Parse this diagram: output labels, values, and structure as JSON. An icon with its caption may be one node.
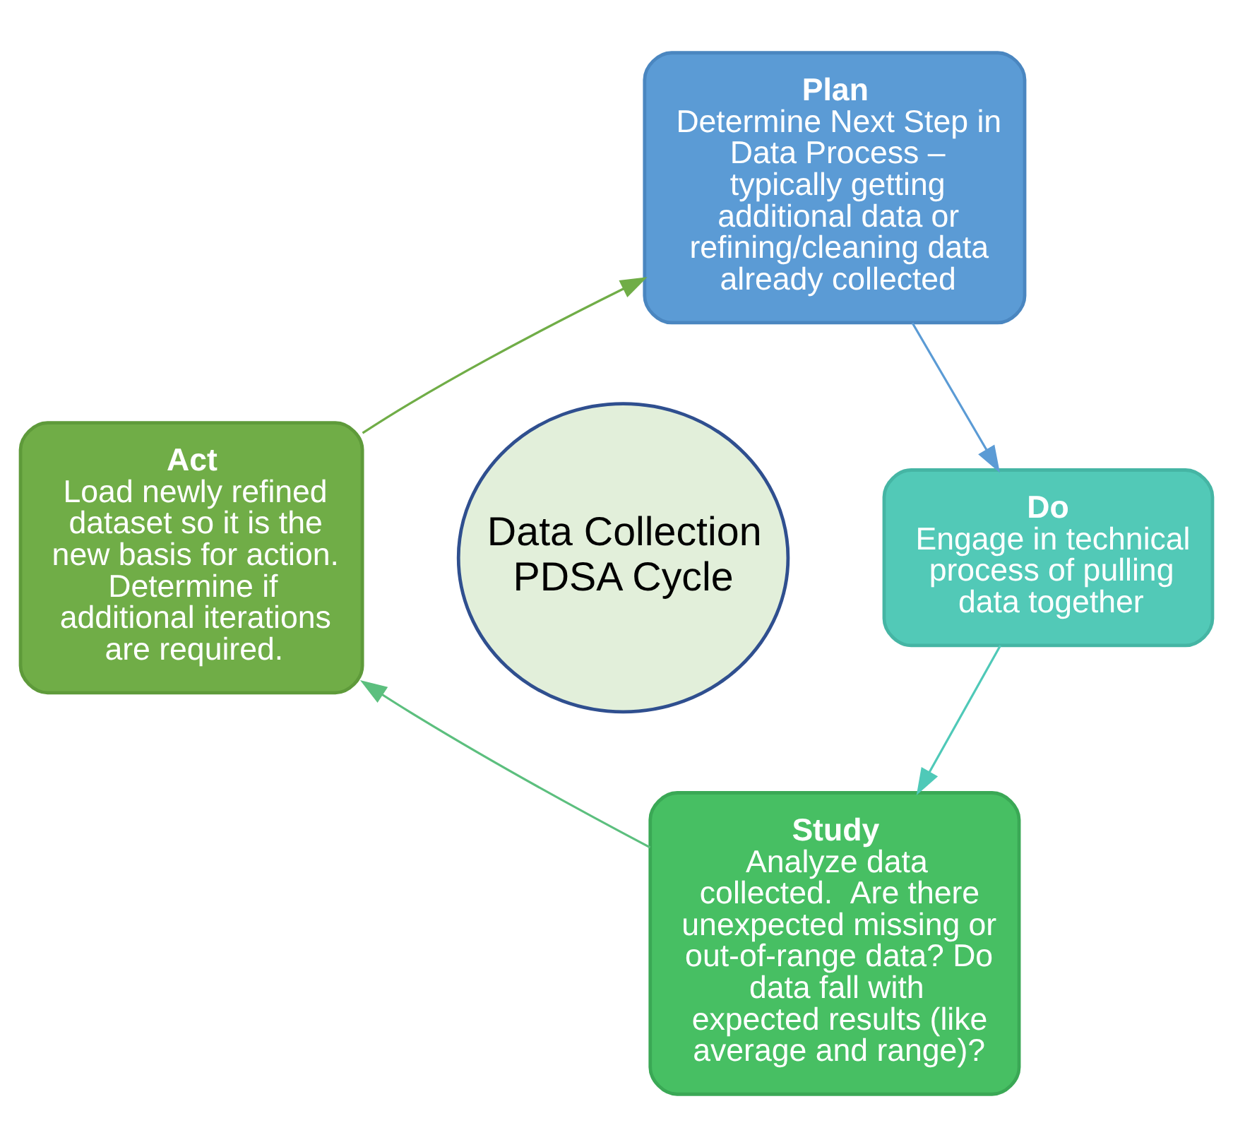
{
  "diagram": {
    "nodes": [
      {
        "text": [
          "Plan",
          "Determine Next Step in Data Process – typically getting additional data or refining/cleaning data already collected"
        ]
      },
      {
        "text": [
          "Do",
          "Engage in technical process of pulling data together"
        ]
      },
      {
        "text": [
          "Study",
          "Analyze data collected.  Are there unexpected missing or out-of-range data? Do data fall with expected results (like average and range)?"
        ]
      },
      {
        "text": [
          "Act",
          "Load newly refined dataset so it is the new basis for action. Determine if additional iterations are required."
        ]
      },
      {
        "text": [
          "Data Collection PDSA Cycle"
        ]
      }
    ],
    "edges": [
      {
        "from": 0,
        "to": 1,
        "arrow": "to",
        "color": "#5b9bd5"
      },
      {
        "from": 1,
        "to": 2,
        "arrow": "to",
        "color": "#4fc9b8"
      },
      {
        "from": 2,
        "to": 3,
        "arrow": "to",
        "color": "#5cbf7e"
      },
      {
        "from": 3,
        "to": 0,
        "arrow": "to",
        "color": "#70ad47"
      }
    ]
  }
}
